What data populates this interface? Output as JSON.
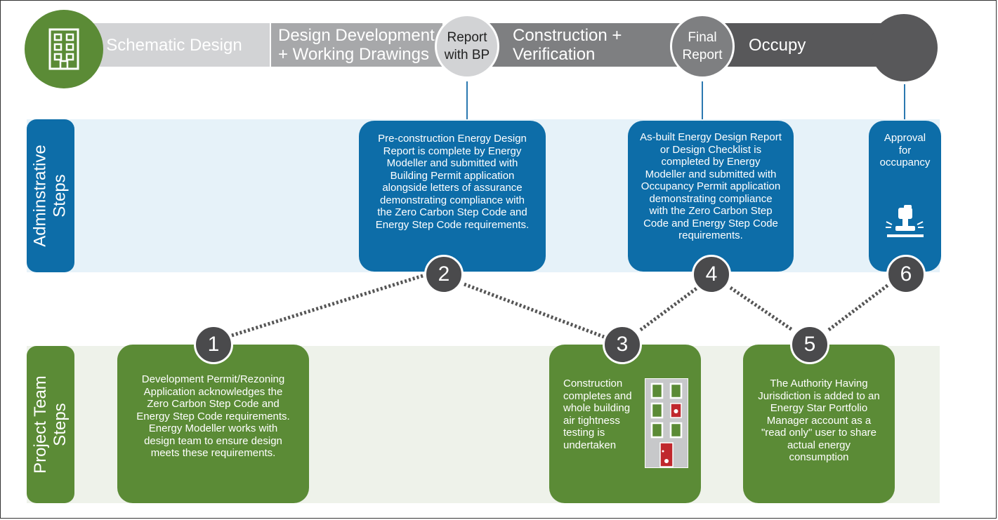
{
  "header": {
    "logo_icon": "building-icon",
    "phases": [
      {
        "label": "Schematic Design"
      },
      {
        "label_line1": "Design Development",
        "label_line2": "+ Working Drawings"
      },
      {
        "label_line1": "Construction +",
        "label_line2": "Verification"
      },
      {
        "label": "Occupy"
      }
    ],
    "milestones": {
      "report_bp": {
        "line1": "Report",
        "line2": "with BP"
      },
      "final_report": {
        "line1": "Final",
        "line2": "Report"
      }
    }
  },
  "bands": {
    "admin": {
      "line1": "Adminstrative",
      "line2": "Steps"
    },
    "team": {
      "line1": "Project Team",
      "line2": "Steps"
    }
  },
  "steps": [
    {
      "number": "1",
      "lines": [
        "Development Permit/Rezoning",
        "Application acknowledges the",
        "Zero Carbon Step Code and",
        "Energy Step Code requirements.",
        "Energy Modeller works with",
        "design team to ensure design",
        "meets these requirements."
      ]
    },
    {
      "number": "2",
      "lines": [
        "Pre-construction Energy Design",
        "Report is complete by Energy",
        "Modeller and submitted with",
        "Building Permit application",
        "alongside letters of assurance",
        "demonstrating compliance with",
        "the Zero Carbon Step Code and",
        "Energy Step Code requirements."
      ]
    },
    {
      "number": "3",
      "lines": [
        "Construction",
        "completes and",
        "whole building",
        "air tightness",
        "testing is",
        "undertaken"
      ],
      "icon": "building-icon"
    },
    {
      "number": "4",
      "lines": [
        "As-built Energy Design Report",
        "or Design Checklist is",
        "completed by Energy",
        "Modeller and submitted with",
        "Occupancy Permit application",
        "demonstrating compliance",
        "with the Zero Carbon Step",
        "Code and Energy Step Code",
        "requirements."
      ]
    },
    {
      "number": "5",
      "lines": [
        "The Authority Having",
        "Jurisdiction is added to an",
        "Energy Star Portfolio",
        "Manager account as a",
        "\"read only\" user to share",
        "actual energy",
        "consumption"
      ]
    },
    {
      "number": "6",
      "lines": [
        "Approval",
        "for",
        "occupancy"
      ],
      "icon": "approval-stamp-icon"
    }
  ],
  "colors": {
    "blue": "#0d6da8",
    "green": "#5b8b36",
    "dark_gray": "#4a4a4c",
    "admin_band": "#e6f2f9",
    "team_band": "#eef2ea"
  }
}
